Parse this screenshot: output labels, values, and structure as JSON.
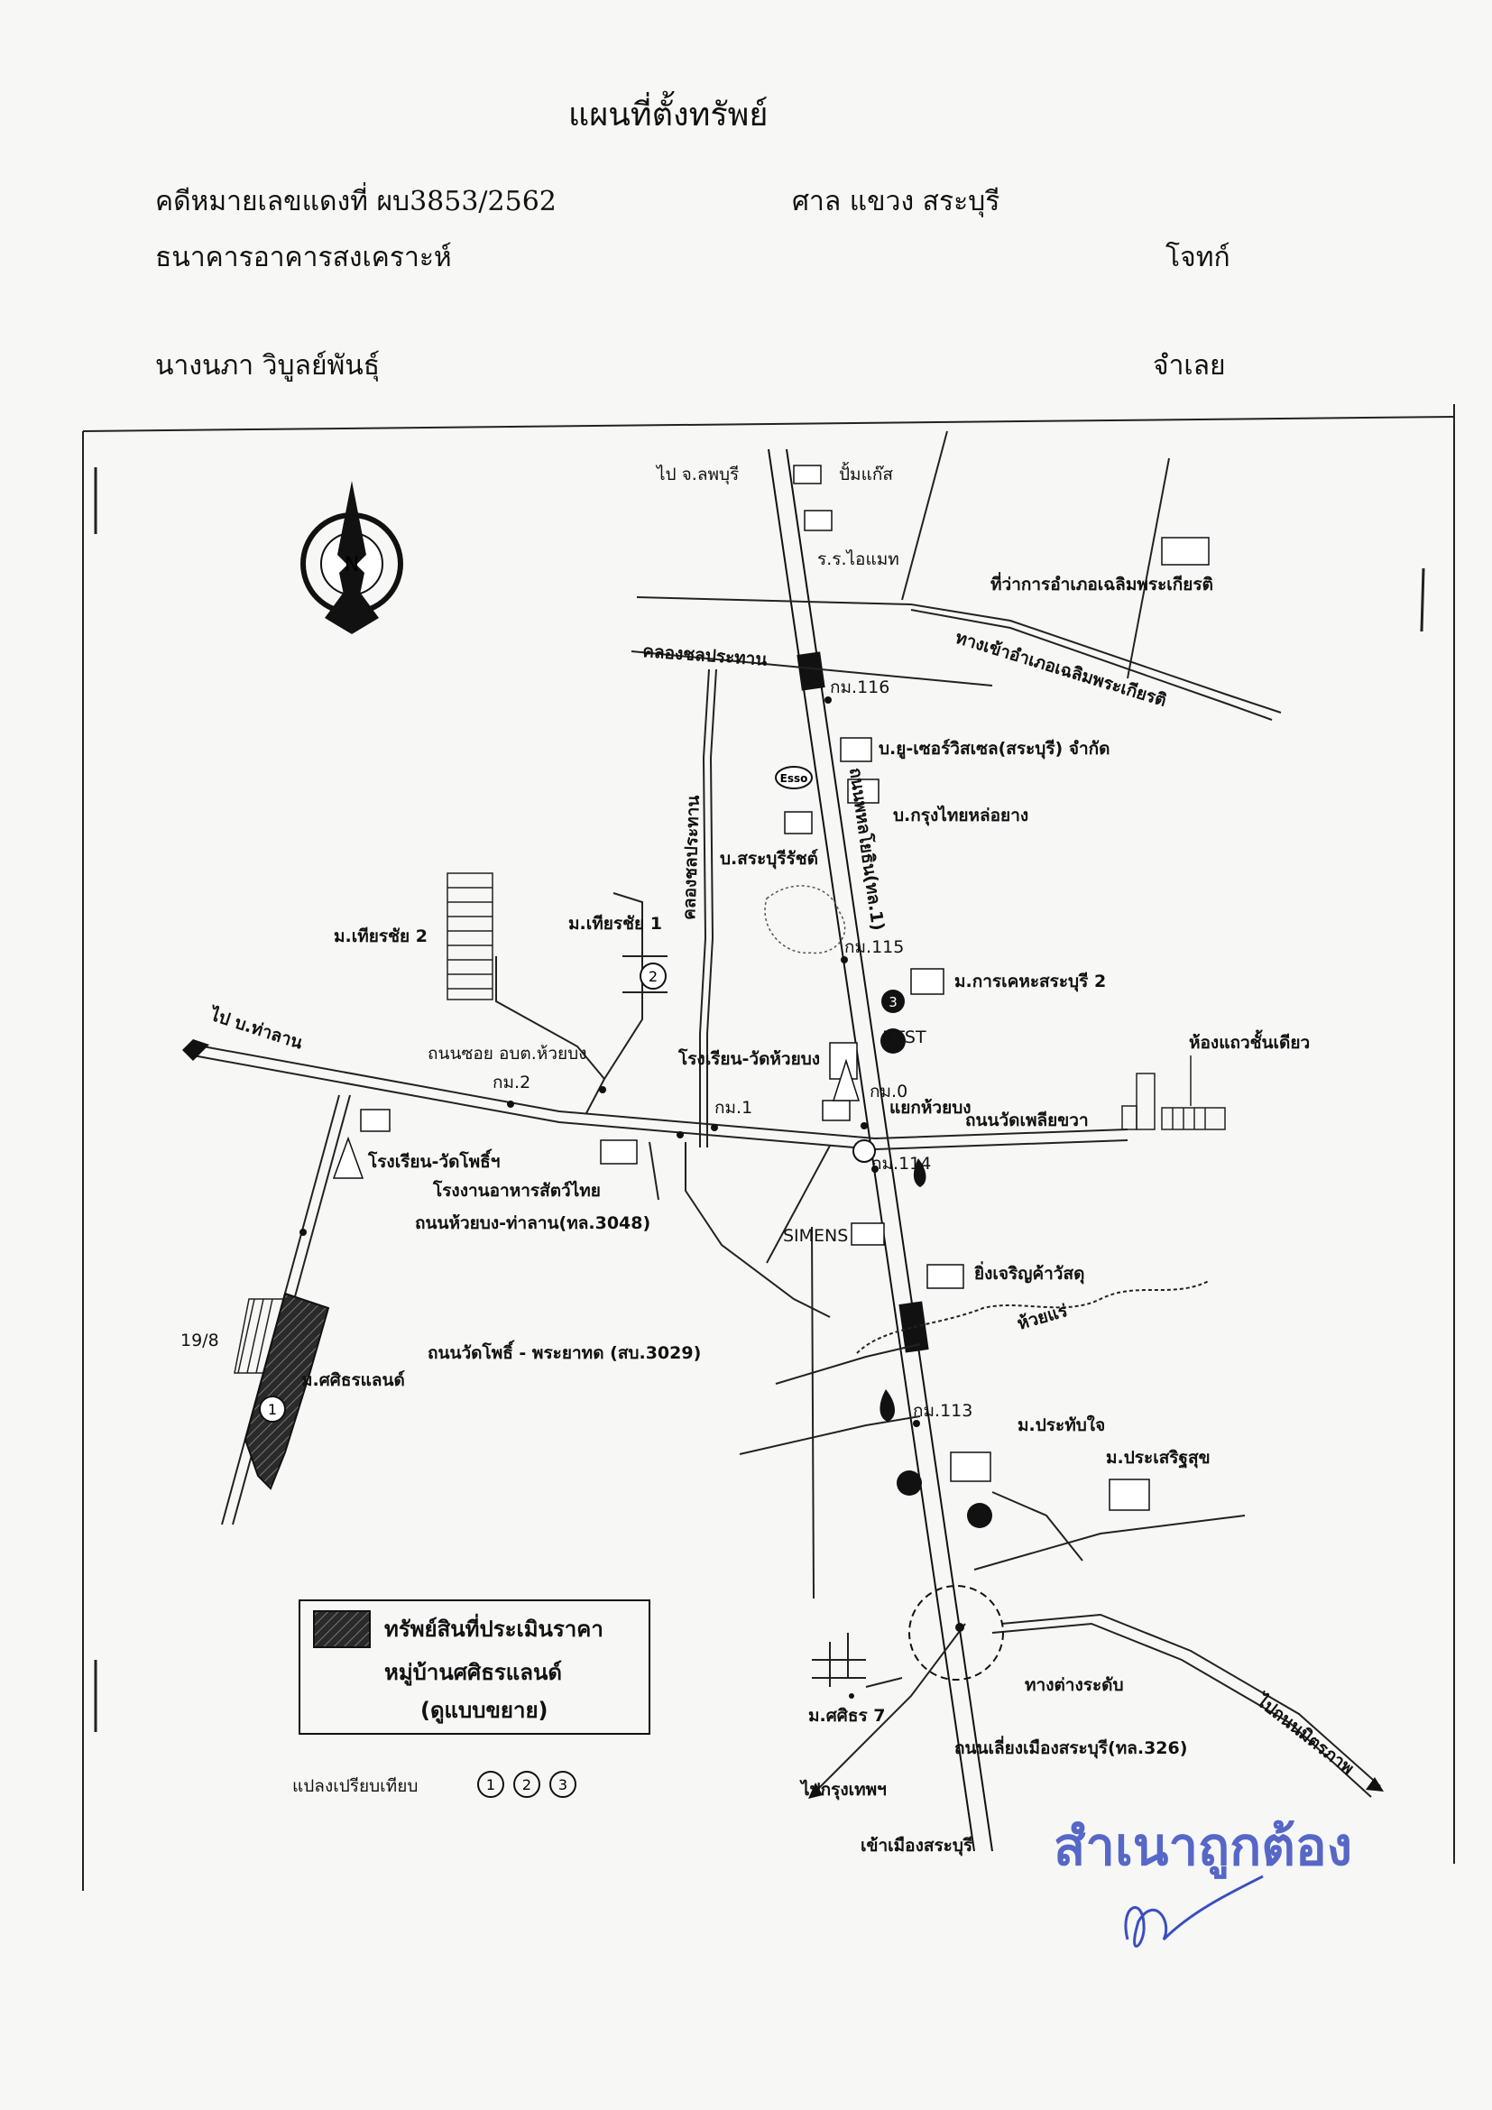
{
  "header": {
    "title": "แผนที่ตั้งทรัพย์",
    "case_number": "คดีหมายเลขแดงที่ ผบ3853/2562",
    "court": "ศาล    แขวง    สระบุรี",
    "plaintiff_name": "ธนาคารอาคารสงเคราะห์",
    "plaintiff_role": "โจทก์",
    "defendant_name": "นางนภา  วิบูลย์พันธุ์",
    "defendant_role": "จำเลย"
  },
  "map": {
    "north_label": "N",
    "labels": {
      "to_lopburi": "ไป จ.ลพบุรี",
      "gas_station": "ปั้มแก๊ส",
      "school_imat": "ร.ร.ไอแมท",
      "district_office": "ที่ว่าการอำเภอเฉลิมพระเกียรติ",
      "road_to_district": "ทางเข้าอำเภอเฉลิมพระเกียรติ",
      "canal_top": "คลองชลประทาน",
      "km116": "กม.116",
      "company_service": "บ.ยู-เซอร์วิสเซล(สระบุรี) จำกัด",
      "esso": "Esso",
      "company_krungthai": "บ.กรุงไทยหล่อยาง",
      "company_saraburi": "บ.สระบุรีรัชต์",
      "canal_vertical": "คลองชลประทาน",
      "main_road": "ถนนพหลโยธิน(ทล.1)",
      "village_thiancha2": "ม.เทียรชัย 2",
      "village_thiancha1": "ม.เทียรชัย 1",
      "km115": "กม.115",
      "village_karnkheha": "ม.การเคหะสระบุรี 2",
      "to_thalan": "ไป บ.ท่าลาน",
      "soi_road": "ถนนซอย อบต.ห้วยบง",
      "km2": "กม.2",
      "km1": "กม.1",
      "school_wat_huaibong": "โรงเรียน-วัดห้วยบง",
      "km0": "กม.0",
      "junction": "แยกห้วยบง",
      "shophouse": "ห้องแถวชั้นเดียว",
      "road_wat_phliao": "ถนนวัดเพลียขวา",
      "school_wat_pho": "โรงเรียน-วัดโพธิ์ฯ",
      "animal_food": "โรงงานอาหารสัตว์ไทย",
      "km114": "กม.114",
      "ttst": "TTST",
      "road_3048": "ถนนห้วยบง-ท่าลาน(ทล.3048)",
      "siemens": "SIMENS",
      "ying_charoen": "ยิ่งเจริญค้าวัสดุ",
      "huai_rae": "ห้วยแร่",
      "plot_198": "19/8",
      "road_3029": "ถนนวัดโพธิ์ - พระยาทด (สบ.3029)",
      "village_sasithon": "ม.ศศิธรแลนด์",
      "km113": "กม.113",
      "village_prathapchai": "ม.ประทับใจ",
      "village_prasert": "ม.ประเสริฐสุข",
      "interchange": "ทางต่างระดับ",
      "village_sasithon7": "ม.ศศิธร 7",
      "to_mittraphap": "ไปถนนมิตรภาพ",
      "bypass_road": "ถนนเลี่ยงเมืองสระบุรี(ทล.326)",
      "to_bangkok": "ไปกรุงเทพฯ",
      "to_saraburi_city": "เข้าเมืองสระบุรี",
      "marker_1": "1",
      "marker_2": "2",
      "marker_3": "3"
    },
    "legend": {
      "line1": "ทรัพย์สินที่ประเมินราคา",
      "line2": "หมู่บ้านศศิธรแลนด์",
      "line3": "(ดูแบบขยาย)"
    },
    "comparison": {
      "label": "แปลงเปรียบเทียบ",
      "items": [
        "1",
        "2",
        "3"
      ]
    }
  },
  "stamp": {
    "text": "สำเนาถูกต้อง"
  },
  "colors": {
    "stamp_ink": "#3a4fc0",
    "paper": "#f7f7f5",
    "ink": "#111111"
  }
}
